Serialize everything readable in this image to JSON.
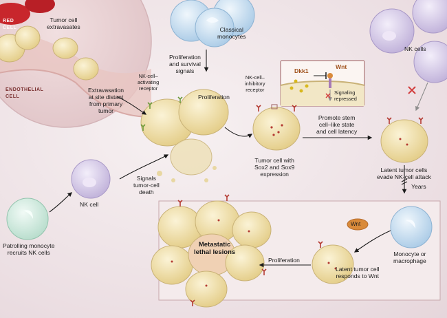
{
  "labels": {
    "red_cell": "RED\nCELL",
    "endothelial_cell": "ENDOTHELIAL\nCELL",
    "tumor_extravasates": "Tumor cell\nextravasates",
    "extravasation": "Extravasation\nat site distant\nfrom primary\ntumor",
    "classical_monocytes": "Classical\nmonocytes",
    "proliferation_survival": "Proliferation\nand survival\nsignals",
    "nk_activating": "NK-cell–\nactivating\nreceptor",
    "proliferation_top": "Proliferation",
    "nk_inhibitory": "NK-cell–\ninhibitory\nreceptor",
    "dkk1": "Dkk1",
    "wnt_top": "Wnt",
    "signaling_repressed": "Signaling\nrepressed",
    "nk_cells": "NK cells",
    "promote_stem": "Promote stem\ncell–like state\nand cell latency",
    "tumor_sox": "Tumor cell with\nSox2 and Sox9\nexpression",
    "latent_evade": "Latent tumor cells\nevade NK-cell attack",
    "signals_death": "Signals\ntumor-cell\ndeath",
    "nk_cell": "NK cell",
    "years": "Years",
    "patrolling": "Patrolling monocyte\nrecruits NK cells",
    "wnt_bottom": "Wnt",
    "monocyte_macrophage": "Monocyte or\nmacrophage",
    "metastatic": "Metastatic\nlethal lesions",
    "proliferation_bottom": "Proliferation",
    "latent_responds": "Latent tumor cell\nresponds to Wnt"
  },
  "colors": {
    "tumor": "#efe0a8",
    "tumor_edge": "#c9b277",
    "nk": "#d9cdea",
    "monocyte": "#cfe3f2",
    "patrolling": "#d5ece2",
    "red_cell": "#c8262c",
    "receptor": "#b43a32",
    "inhibit_x": "#d23b3b"
  }
}
